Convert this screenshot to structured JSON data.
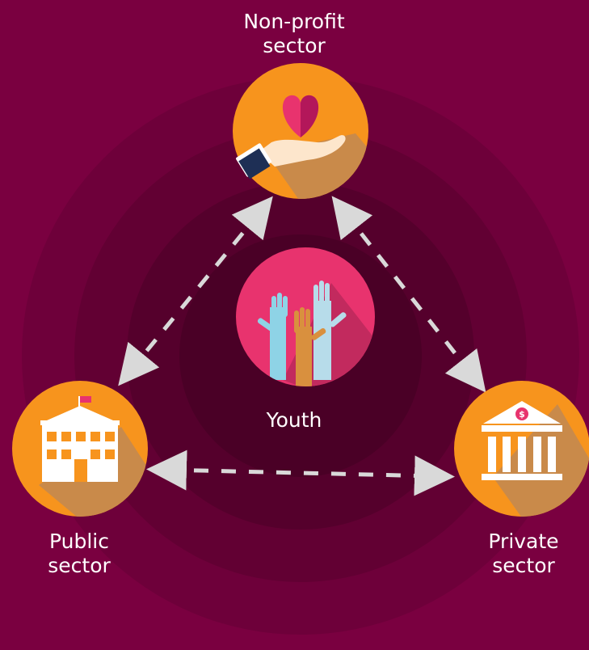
{
  "nodes": {
    "nonprofit": {
      "line1": "Non-profit",
      "line2": "sector"
    },
    "youth": {
      "label": "Youth"
    },
    "public": {
      "line1": "Public",
      "line2": "sector"
    },
    "private": {
      "line1": "Private",
      "line2": "sector"
    }
  },
  "colors": {
    "background": "#7a0040",
    "ring_outer": "#6e003a",
    "ring_mid": "#620033",
    "ring_inner": "#55002c",
    "ring_core": "#4a0026",
    "sector_circle": "#f7941d",
    "sector_shadow": "#c98a4a",
    "youth_circle": "#e8336e",
    "arrow": "#d9d9d9"
  },
  "icons": {
    "nonprofit": "heart-in-hand-icon",
    "youth": "raised-hands-icon",
    "public": "government-building-icon",
    "private": "bank-icon"
  }
}
